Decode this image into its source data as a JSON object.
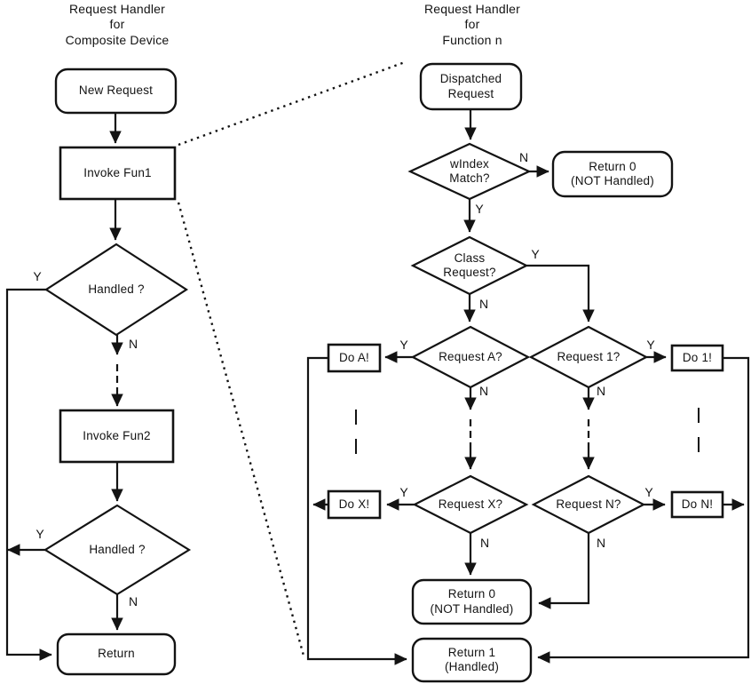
{
  "diagram": {
    "left": {
      "title": "Request Handler\nfor\nComposite Device",
      "new_request": "New Request",
      "invoke_fun1": "Invoke Fun1",
      "handled1": "Handled ?",
      "invoke_fun2": "Invoke Fun2",
      "handled2": "Handled ?",
      "return": "Return"
    },
    "right": {
      "title": "Request Handler\nfor\nFunction n",
      "dispatched": "Dispatched\nRequest",
      "windex": "wIndex\nMatch?",
      "return0_top": "Return 0\n(NOT Handled)",
      "class_request": "Class\nRequest?",
      "request_a": "Request A?",
      "request_1": "Request 1?",
      "do_a": "Do A!",
      "do_1": "Do 1!",
      "request_x": "Request X?",
      "request_n": "Request N?",
      "do_x": "Do X!",
      "do_n": "Do N!",
      "return0_bottom": "Return 0\n(NOT Handled)",
      "return1": "Return 1\n(Handled)"
    },
    "labels": {
      "yes": "Y",
      "no": "N"
    },
    "colors": {
      "stroke": "#131313",
      "background": "#ffffff"
    }
  }
}
